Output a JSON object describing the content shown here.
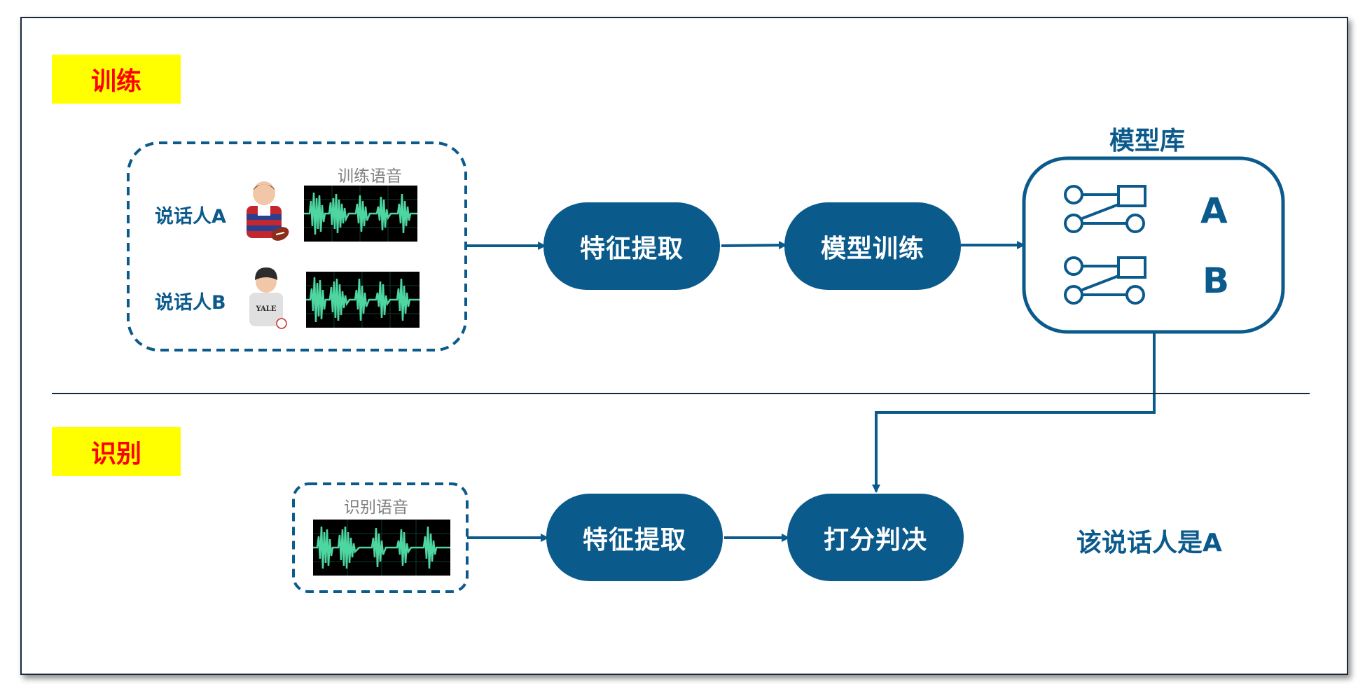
{
  "sections": {
    "training_label": "训练",
    "recognition_label": "识别"
  },
  "training": {
    "speech_caption": "训练语音",
    "speaker_a": "说话人A",
    "speaker_b": "说话人B",
    "feature_extraction": "特征提取",
    "model_training": "模型训练",
    "model_library_title": "模型库",
    "model_a": "A",
    "model_b": "B"
  },
  "recognition": {
    "speech_caption": "识别语音",
    "feature_extraction": "特征提取",
    "scoring_decision": "打分判决",
    "result": "该说话人是A"
  },
  "colors": {
    "primary_blue": "#0b5a8c",
    "label_yellow": "#ffff00",
    "label_red": "#ff0000",
    "waveform_green": "#4ed6a0"
  },
  "icons": {
    "speaker_a": "football-player-icon",
    "speaker_b": "baseball-player-icon",
    "model": "model-connector-icon"
  }
}
